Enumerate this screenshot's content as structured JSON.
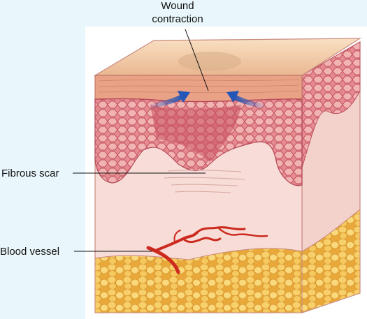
{
  "labels": {
    "wound_line1": "Wound",
    "wound_line2": "contraction",
    "fibrous_scar": "Fibrous scar",
    "blood_vessel": "Blood vessel"
  },
  "colors": {
    "background": "#e9f6fb",
    "panel": "#ffffff",
    "scab": "#f6d9b9",
    "epidermis": "#d6707a",
    "dermis": "#f6d6d2",
    "fat": "#f2c35c",
    "arrow": "#2456b8",
    "vessel": "#cc2a1e"
  },
  "icons": {
    "arrow_left": "arrow-right-up-icon",
    "arrow_right": "arrow-left-up-icon"
  }
}
